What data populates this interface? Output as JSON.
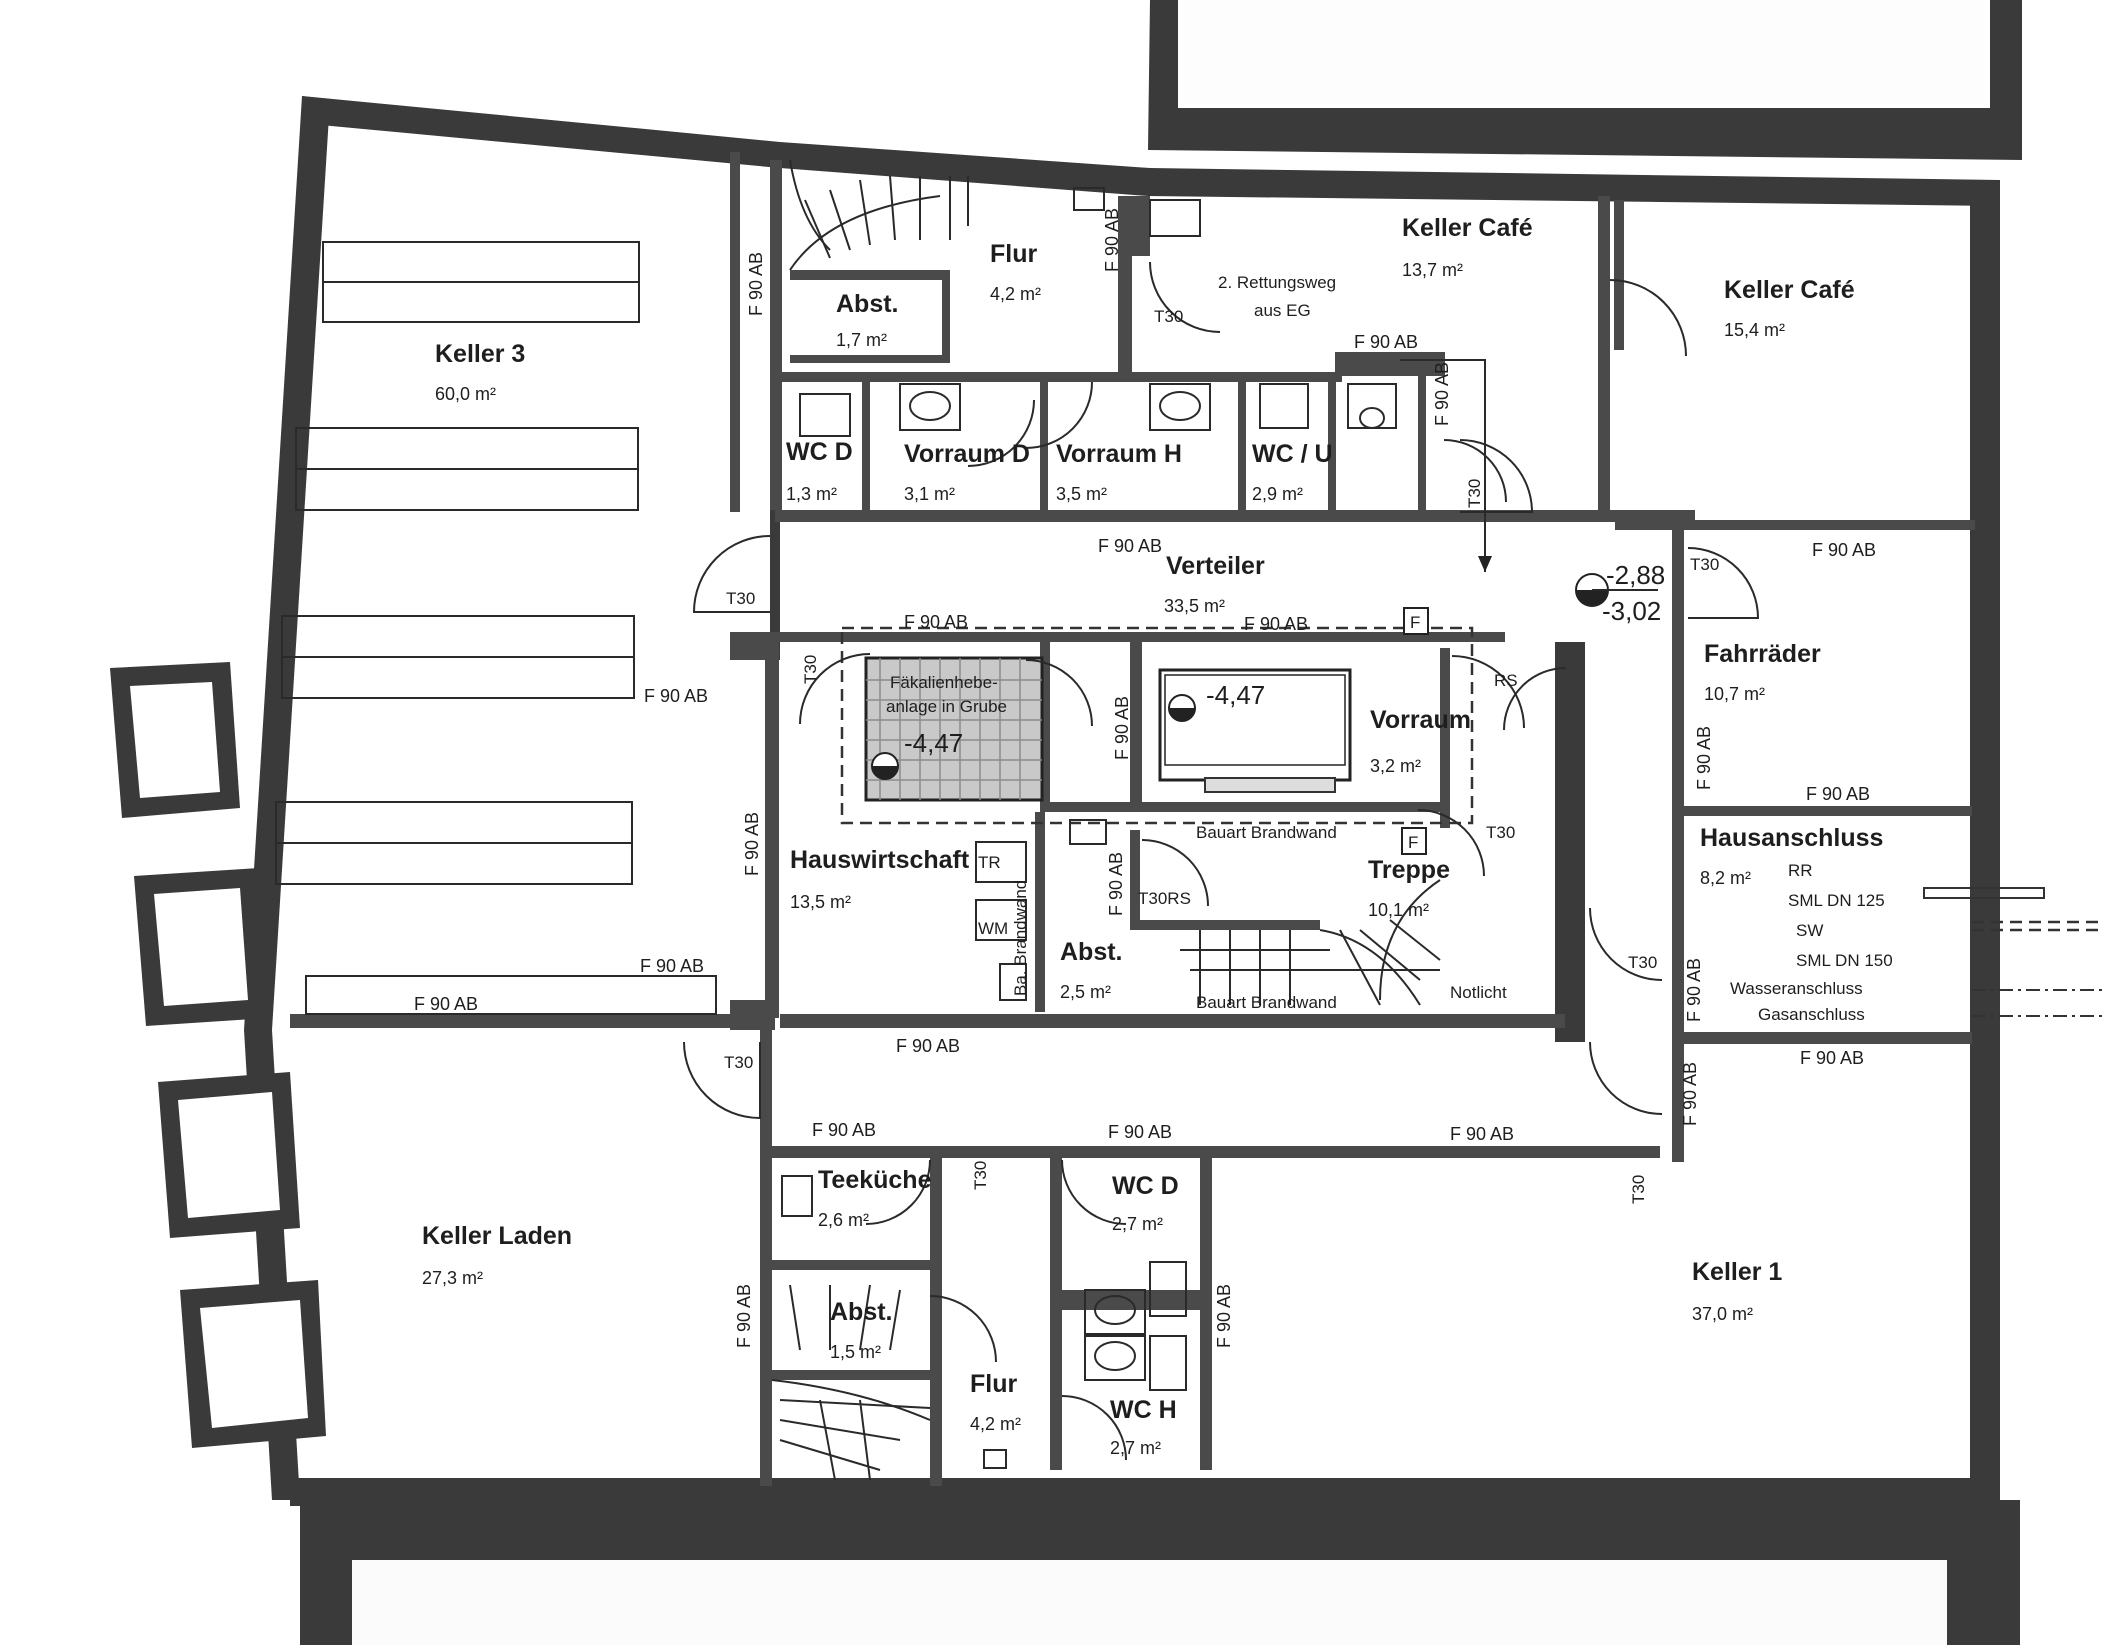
{
  "rooms": {
    "keller3": {
      "name": "Keller 3",
      "area": "60,0 m²"
    },
    "flur_top": {
      "name": "Flur",
      "area": "4,2 m²"
    },
    "abst_top": {
      "name": "Abst.",
      "area": "1,7 m²"
    },
    "keller_cafe_1": {
      "name": "Keller Café",
      "area": "13,7 m²"
    },
    "keller_cafe_2": {
      "name": "Keller Café",
      "area": "15,4 m²"
    },
    "wc_d_top": {
      "name": "WC D",
      "area": "1,3 m²"
    },
    "vorraum_d": {
      "name": "Vorraum D",
      "area": "3,1 m²"
    },
    "vorraum_h": {
      "name": "Vorraum H",
      "area": "3,5 m²"
    },
    "wc_u": {
      "name": "WC / U",
      "area": "2,9 m²"
    },
    "verteiler": {
      "name": "Verteiler",
      "area": "33,5 m²"
    },
    "fahrraeder": {
      "name": "Fahrräder",
      "area": "10,7 m²"
    },
    "vorraum_mid": {
      "name": "Vorraum",
      "area": "3,2 m²"
    },
    "hauswirtschaft": {
      "name": "Hauswirtschaft",
      "area": "13,5 m²"
    },
    "treppe": {
      "name": "Treppe",
      "area": "10,1 m²"
    },
    "abst_mid": {
      "name": "Abst.",
      "area": "2,5 m²"
    },
    "hausanschluss": {
      "name": "Hausanschluss",
      "area": "8,2 m²"
    },
    "keller_laden": {
      "name": "Keller Laden",
      "area": "27,3 m²"
    },
    "teekueche": {
      "name": "Teeküche",
      "area": "2,6 m²"
    },
    "wc_d_bottom": {
      "name": "WC D",
      "area": "2,7 m²"
    },
    "abst_bottom": {
      "name": "Abst.",
      "area": "1,5 m²"
    },
    "flur_bottom": {
      "name": "Flur",
      "area": "4,2 m²"
    },
    "wc_h_bottom": {
      "name": "WC H",
      "area": "2,7 m²"
    },
    "keller1": {
      "name": "Keller 1",
      "area": "37,0 m²"
    }
  },
  "labels": {
    "fire": "F 90 AB",
    "t30": "T30",
    "t30rs": "T30RS",
    "rs": "RS",
    "rettungsweg_1": "2. Rettungsweg",
    "rettungsweg_2": "aus EG",
    "level_high": "-2,88",
    "level_low": "-3,02",
    "level_pit": "-4,47",
    "pump_1": "Fäkalienhebe-",
    "pump_2": "anlage in Grube",
    "tr": "TR",
    "wm": "WM",
    "bauart_brandwand": "Bauart Brandwand",
    "ba_brandwand": "Ba. Brandwand",
    "notlicht": "Notlicht",
    "f": "F",
    "rr": "RR",
    "sml_125": "SML DN 125",
    "sw": "SW",
    "sml_150": "SML DN 150",
    "wasser": "Wasseranschluss",
    "gas": "Gasanschluss"
  }
}
